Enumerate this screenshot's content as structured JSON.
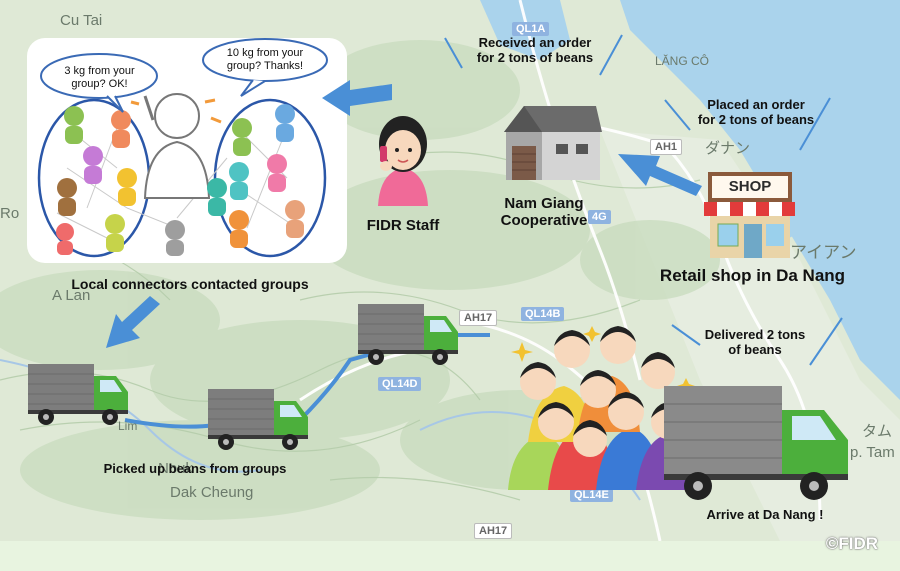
{
  "labels": {
    "received_order": "Received an order\nfor 2 tons of beans",
    "placed_order": "Placed an order\nfor 2 tons of beans",
    "nam_giang": "Nam Giang\nCooperative",
    "fidr_staff": "FIDR Staff",
    "retail_shop": "Retail shop in Da Nang",
    "local_connectors": "Local connectors contacted groups",
    "delivered": "Delivered 2 tons\nof beans",
    "picked_up": "Picked up beans from groups",
    "arrive": "Arrive at Da Nang !",
    "shop_sign": "SHOP",
    "bubble_left": "3 kg from your\ngroup? OK!",
    "bubble_right": "10 kg from your\ngroup? Thanks!",
    "copyright": "©FIDR"
  },
  "map": {
    "places": [
      "Cu Tai",
      "Ro",
      "A Lan",
      "Nouk",
      "Dak Cheung",
      "LĂNG CÔ",
      "ダナン",
      "アイアン",
      "タム",
      "p. Tam",
      "Lim"
    ],
    "roads": [
      "QL1A",
      "AH1",
      "4G",
      "AH17",
      "QL14B",
      "QL14D",
      "QL14E",
      "AH17"
    ]
  },
  "colors": {
    "arrow": "#4a8fd6",
    "route": "#4a8fd6",
    "truck_cab": "#4caf3c",
    "truck_box": "#7d7d7d",
    "shop_awning": "#e23b3b"
  }
}
